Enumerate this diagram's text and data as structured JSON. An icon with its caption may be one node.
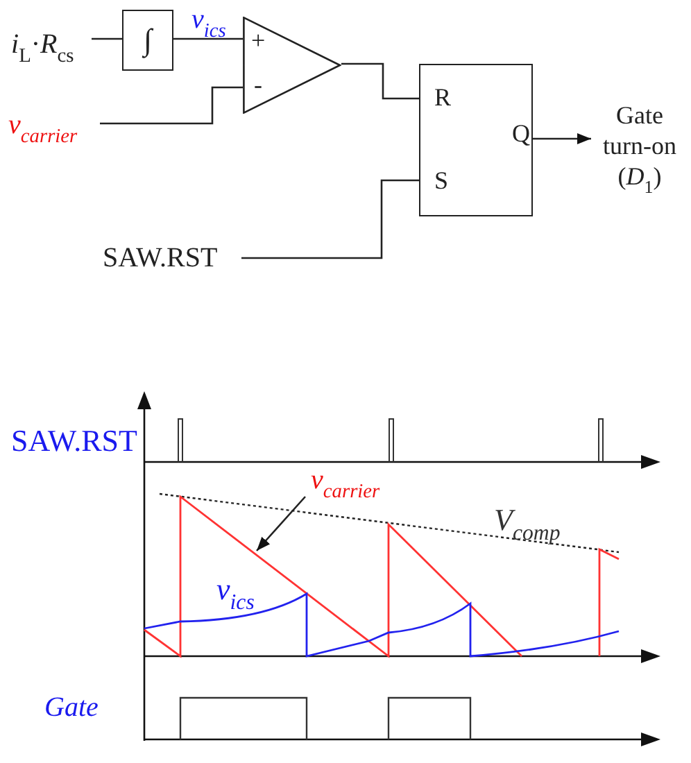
{
  "diagram": {
    "nodes": [
      {
        "text": [
          "*i*$_{L}$·*R*$_{cs}$"
        ]
      },
      {
        "text": [
          "∫"
        ]
      },
      {
        "text": [
          "+",
          "-"
        ]
      },
      {
        "text": [
          "v$_{carrier}$"
        ]
      },
      {
        "text": [
          "R",
          "Q",
          "S"
        ]
      },
      {
        "text": [
          "Gate turn-on (*D*$_{1}$)"
        ]
      },
      {
        "text": [
          "SAW.RST"
        ]
      },
      {
        "text": [
          "v$_{carrier}$"
        ]
      },
      {
        "text": [],
        "shape": "line"
      }
    ],
    "edges": [
      {
        "from": 0,
        "to": 1,
        "arrow": "none"
      },
      {
        "from": 1,
        "to": 2,
        "arrow": "none",
        "label": "v$_{ics}$"
      },
      {
        "from": 3,
        "to": 2,
        "arrow": "none"
      },
      {
        "from": 2,
        "to": 4,
        "arrow": "none"
      },
      {
        "from": 6,
        "to": 4,
        "arrow": "none"
      },
      {
        "from": 4,
        "to": 5,
        "arrow": "to"
      },
      {
        "from": 7,
        "to": 8,
        "arrow": "to"
      }
    ],
    "labels": [
      "SAW.RST",
      "V$_{comp}$",
      "v$_{ics}$",
      "Gate"
    ]
  }
}
